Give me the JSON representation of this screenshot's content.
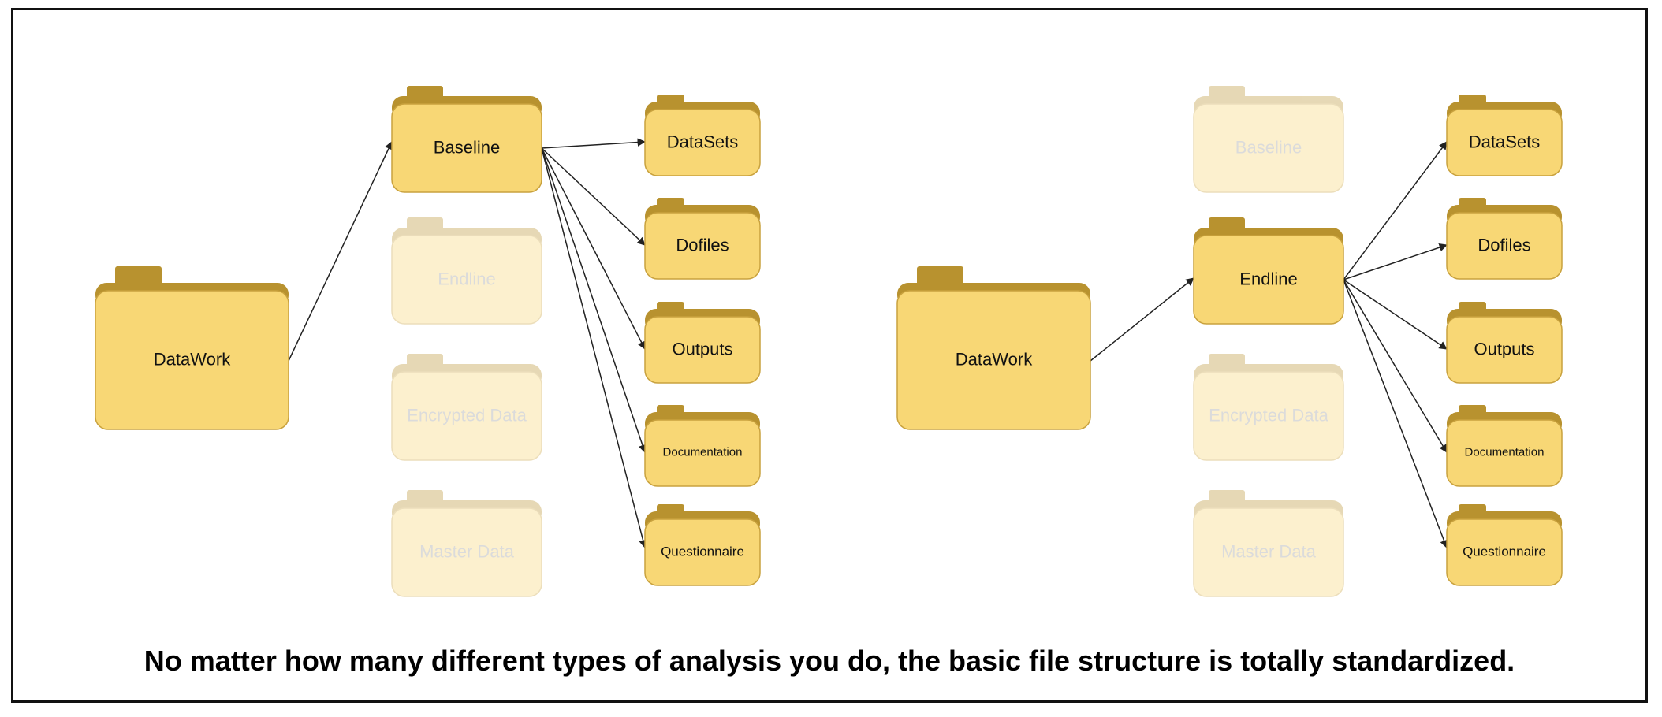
{
  "colors": {
    "folder_body": "#f8d775",
    "folder_tab": "#b8922f",
    "folder_border": "#c9a23e",
    "faded_opacity": 0.35,
    "text_active": "#111111",
    "text_faded": "#9a9a9a",
    "arrow": "#222222"
  },
  "panels": [
    {
      "root": {
        "label": "DataWork"
      },
      "rounds": [
        {
          "label": "Baseline",
          "active": true
        },
        {
          "label": "Endline",
          "active": false
        },
        {
          "label": "Encrypted Data",
          "active": false
        },
        {
          "label": "Master Data",
          "active": false
        }
      ],
      "subfolders": [
        {
          "label": "DataSets"
        },
        {
          "label": "Dofiles"
        },
        {
          "label": "Outputs"
        },
        {
          "label": "Documentation"
        },
        {
          "label": "Questionnaire"
        }
      ]
    },
    {
      "root": {
        "label": "DataWork"
      },
      "rounds": [
        {
          "label": "Baseline",
          "active": false
        },
        {
          "label": "Endline",
          "active": true
        },
        {
          "label": "Encrypted Data",
          "active": false
        },
        {
          "label": "Master Data",
          "active": false
        }
      ],
      "subfolders": [
        {
          "label": "DataSets"
        },
        {
          "label": "Dofiles"
        },
        {
          "label": "Outputs"
        },
        {
          "label": "Documentation"
        },
        {
          "label": "Questionnaire"
        }
      ]
    }
  ],
  "caption": "No matter how many different types of analysis you do, the basic file structure is totally standardized."
}
